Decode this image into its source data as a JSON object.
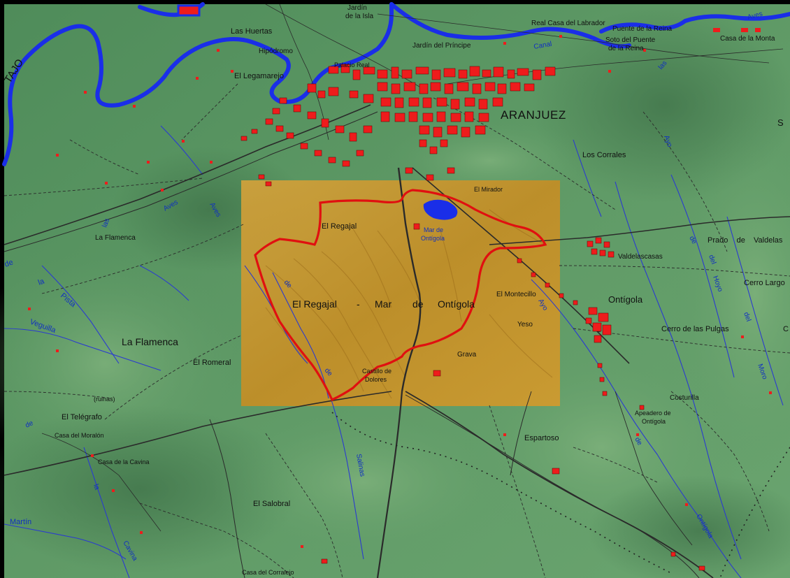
{
  "map": {
    "colors": {
      "terrain": "#5f9a66",
      "terrain_dark": "#3d7448",
      "highlight_box": "#d79a2a",
      "boundary": "#e01010",
      "water": "#1a2ee8",
      "stream": "#2a3ad0",
      "urban": "#ee1c1c",
      "road": "#2a2a2a"
    },
    "area_title": {
      "part1": "El Regajal",
      "dash": "-",
      "part2": "Mar",
      "part3": "de",
      "part4": "Ontígola"
    },
    "towns": {
      "aranjuez": "ARANJUEZ",
      "ontigola": "Ontígola"
    },
    "rivers": {
      "tajo": "TAJO",
      "aves_1": "Aves",
      "aves_2": "Aves",
      "aves_3": "Aves",
      "canal": "Canal",
      "las": "las",
      "mar_de": "Mar de",
      "mar_ontigola": "Ontígola",
      "de_pista": "de",
      "la_pista": "la",
      "pista": "Pista",
      "veguilla": "Veguilla",
      "salinas": "Salinas",
      "ontigola_stream": "Ontígola",
      "martin": "Martín",
      "cavina_stream": "Cavina",
      "la_stream": "la",
      "de_stream": "de",
      "arroyo_1": "Ayo",
      "arroyo_2": "Ayo",
      "arroyo_3": "Ayo",
      "hoyo": "Hoyo",
      "del_hoyo": "del",
      "moro": "Moro",
      "del_moro": "del",
      "de_ontigola": "de",
      "de_regajal": "de"
    },
    "places": {
      "las_huertas": "Las Huertas",
      "jardin_isla_1": "Jardín",
      "jardin_isla_2": "de la Isla",
      "jardin_principe": "Jardín del Príncipe",
      "real_casa": "Real Casa del Labrador",
      "puente_reina": "Puente de la Reina",
      "soto_puente_1": "Soto del Puente",
      "soto_puente_2": "de la Reina",
      "casa_monta": "Casa de la Monta",
      "hipodromo": "Hipódromo",
      "legamarejo": "El Legamarejo",
      "palacio_real": "Palacio Real",
      "los_corrales": "Los Corrales",
      "el_mirador": "El Mirador",
      "el_regajal": "El Regajal",
      "la_flamenca_small": "La Flamenca",
      "prado_valdelas": "Prado    de    Valdelas",
      "valdelascasas": "Valdelascasas",
      "cerro_largo": "Cerro Largo",
      "el_montecillo": "El Montecillo",
      "yeso": "Yeso",
      "grava": "Grava",
      "castillo_1": "Castillo de",
      "castillo_2": "Dolores",
      "cerro_pulgas": "Cerro de las Pulgas",
      "la_flamenca_big": "La Flamenca",
      "el_romeral": "El Romeral",
      "ruinas": "(ruinas)",
      "el_telegrafo": "El Telégrafo",
      "casa_moraleon": "Casa del Moralón",
      "casa_cavina": "Casa de la Cavina",
      "costurilla": "Costurilla",
      "apeadero_1": "Apeadero de",
      "apeadero_2": "Ontígola",
      "espartoso": "Espartoso",
      "el_salobral": "El Salobral",
      "casa_corralejo": "Casa del Corralejo",
      "c_edge": "C",
      "s_edge": "S"
    }
  }
}
